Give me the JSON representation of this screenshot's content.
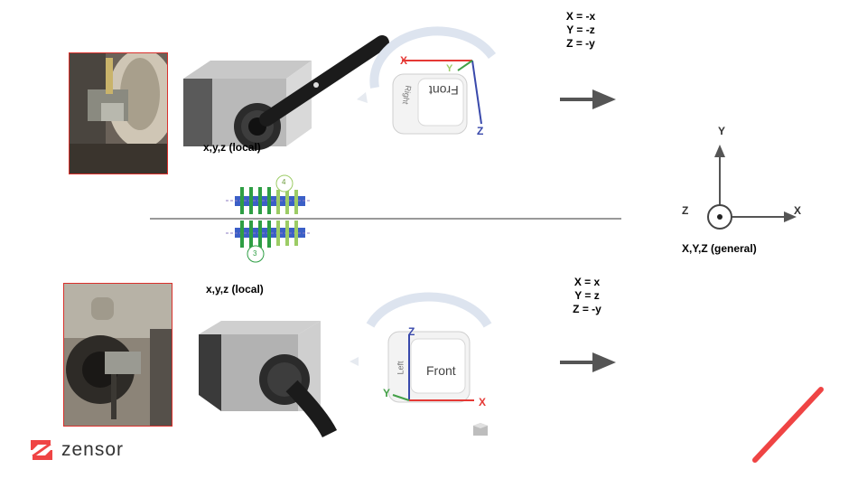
{
  "top": {
    "equations": [
      "X = -x",
      "Y = -z",
      "Z = -y"
    ],
    "local_label": "x,y,z (local)",
    "cube_face": "Front",
    "cube_side": "Right",
    "axes": {
      "x": "X",
      "y": "Y",
      "z": "Z"
    }
  },
  "bottom": {
    "equations": [
      "X = x",
      "Y = z",
      "Z = -y"
    ],
    "local_label": "x,y,z (local)",
    "cube_face": "Front",
    "cube_side": "Left",
    "axes": {
      "x": "X",
      "y": "Y",
      "z": "Z"
    }
  },
  "general": {
    "label": "X,Y,Z (general)",
    "axes": {
      "x": "X",
      "y": "Y",
      "z": "Z"
    }
  },
  "gear_markers": {
    "top": "4",
    "bottom": "3"
  },
  "brand": {
    "name": "zensor",
    "accent": "#ef4444"
  },
  "colors": {
    "x_axis": "#e53935",
    "y_axis": "#43a047",
    "z_axis": "#3949ab",
    "arrow": "#555555",
    "gear_green": "#2e9e44",
    "gear_light": "#9ccc65",
    "gear_blue": "#3b5fc7"
  }
}
